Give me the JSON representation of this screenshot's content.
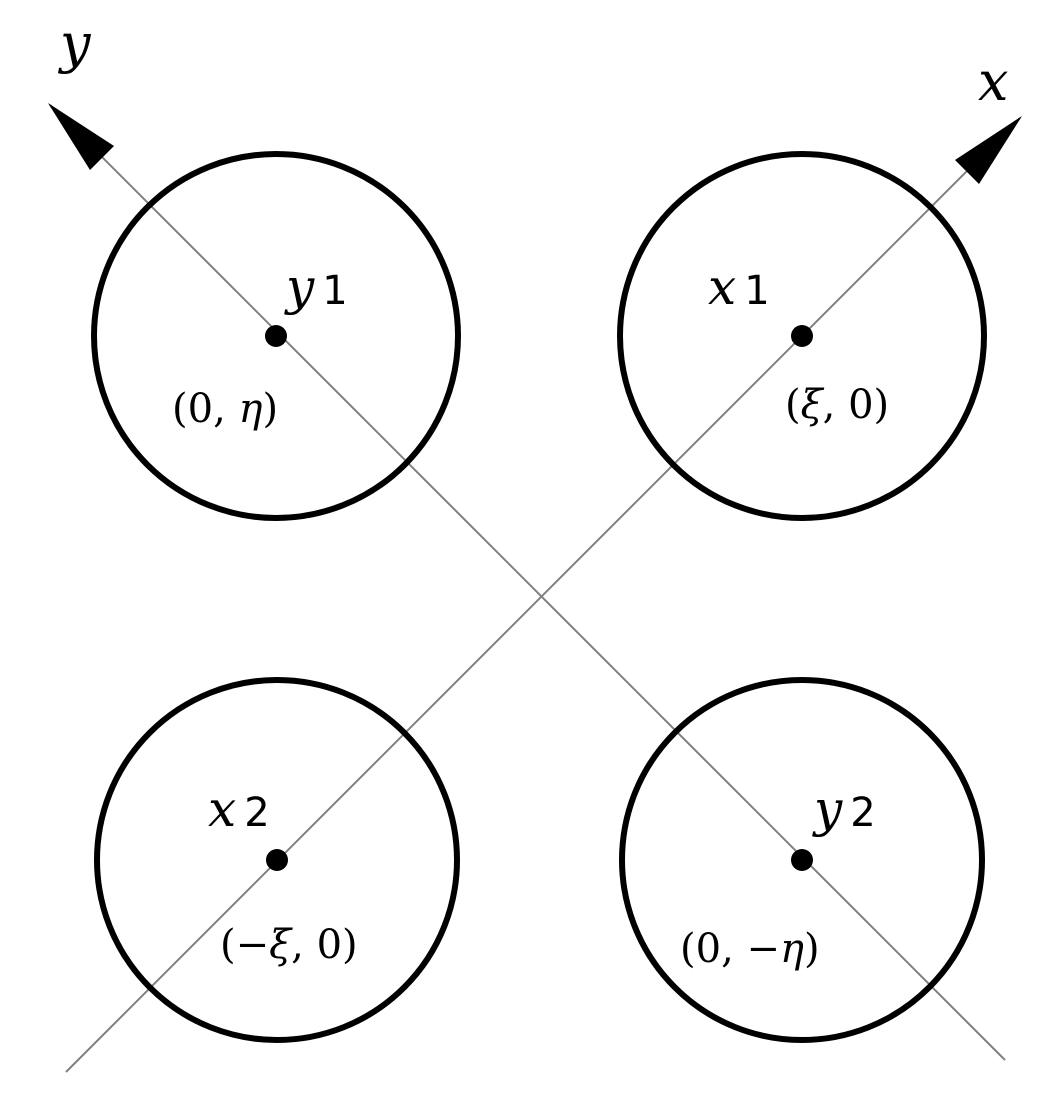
{
  "axes": {
    "x": {
      "label": "x"
    },
    "y": {
      "label": "y"
    }
  },
  "points": [
    {
      "id": "x1",
      "symbol": "x",
      "subscript": "1",
      "open": "(",
      "first": "ξ",
      "sep": ", ",
      "second": "0",
      "close": ")"
    },
    {
      "id": "x2",
      "symbol": "x",
      "subscript": "2",
      "open": "(",
      "first": "−ξ",
      "sep": ", ",
      "second": "0",
      "close": ")"
    },
    {
      "id": "y1",
      "symbol": "y",
      "subscript": "1",
      "open": "(",
      "first": "0",
      "sep": ", ",
      "second": "η",
      "close": ")"
    },
    {
      "id": "y2",
      "symbol": "y",
      "subscript": "2",
      "open": "(",
      "first": "0",
      "sep": ", ",
      "second": "−η",
      "close": ")"
    }
  ]
}
